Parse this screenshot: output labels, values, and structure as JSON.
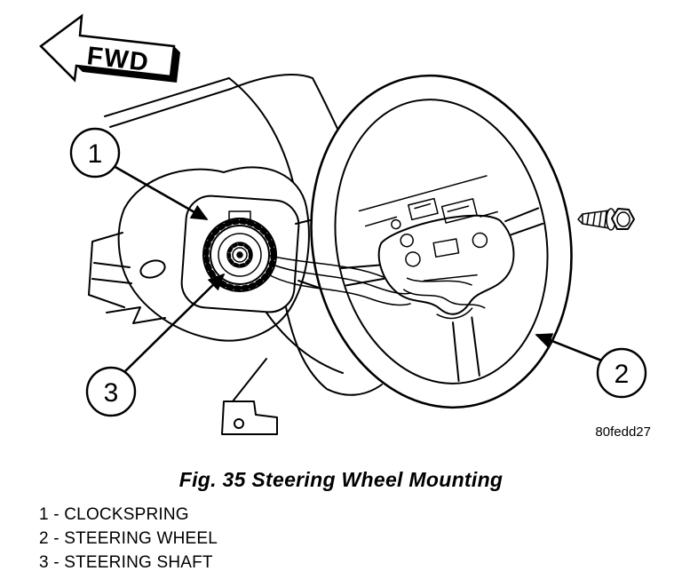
{
  "figure": {
    "caption": "Fig. 35 Steering Wheel Mounting",
    "code": "80fedd27"
  },
  "diagram": {
    "fwd_label": "FWD",
    "callouts": [
      "1",
      "2",
      "3"
    ]
  },
  "legend": {
    "items": [
      "1 - CLOCKSPRING",
      "2 - STEERING WHEEL",
      "3 - STEERING SHAFT"
    ]
  },
  "colors": {
    "line": "#000000",
    "background": "#ffffff"
  }
}
